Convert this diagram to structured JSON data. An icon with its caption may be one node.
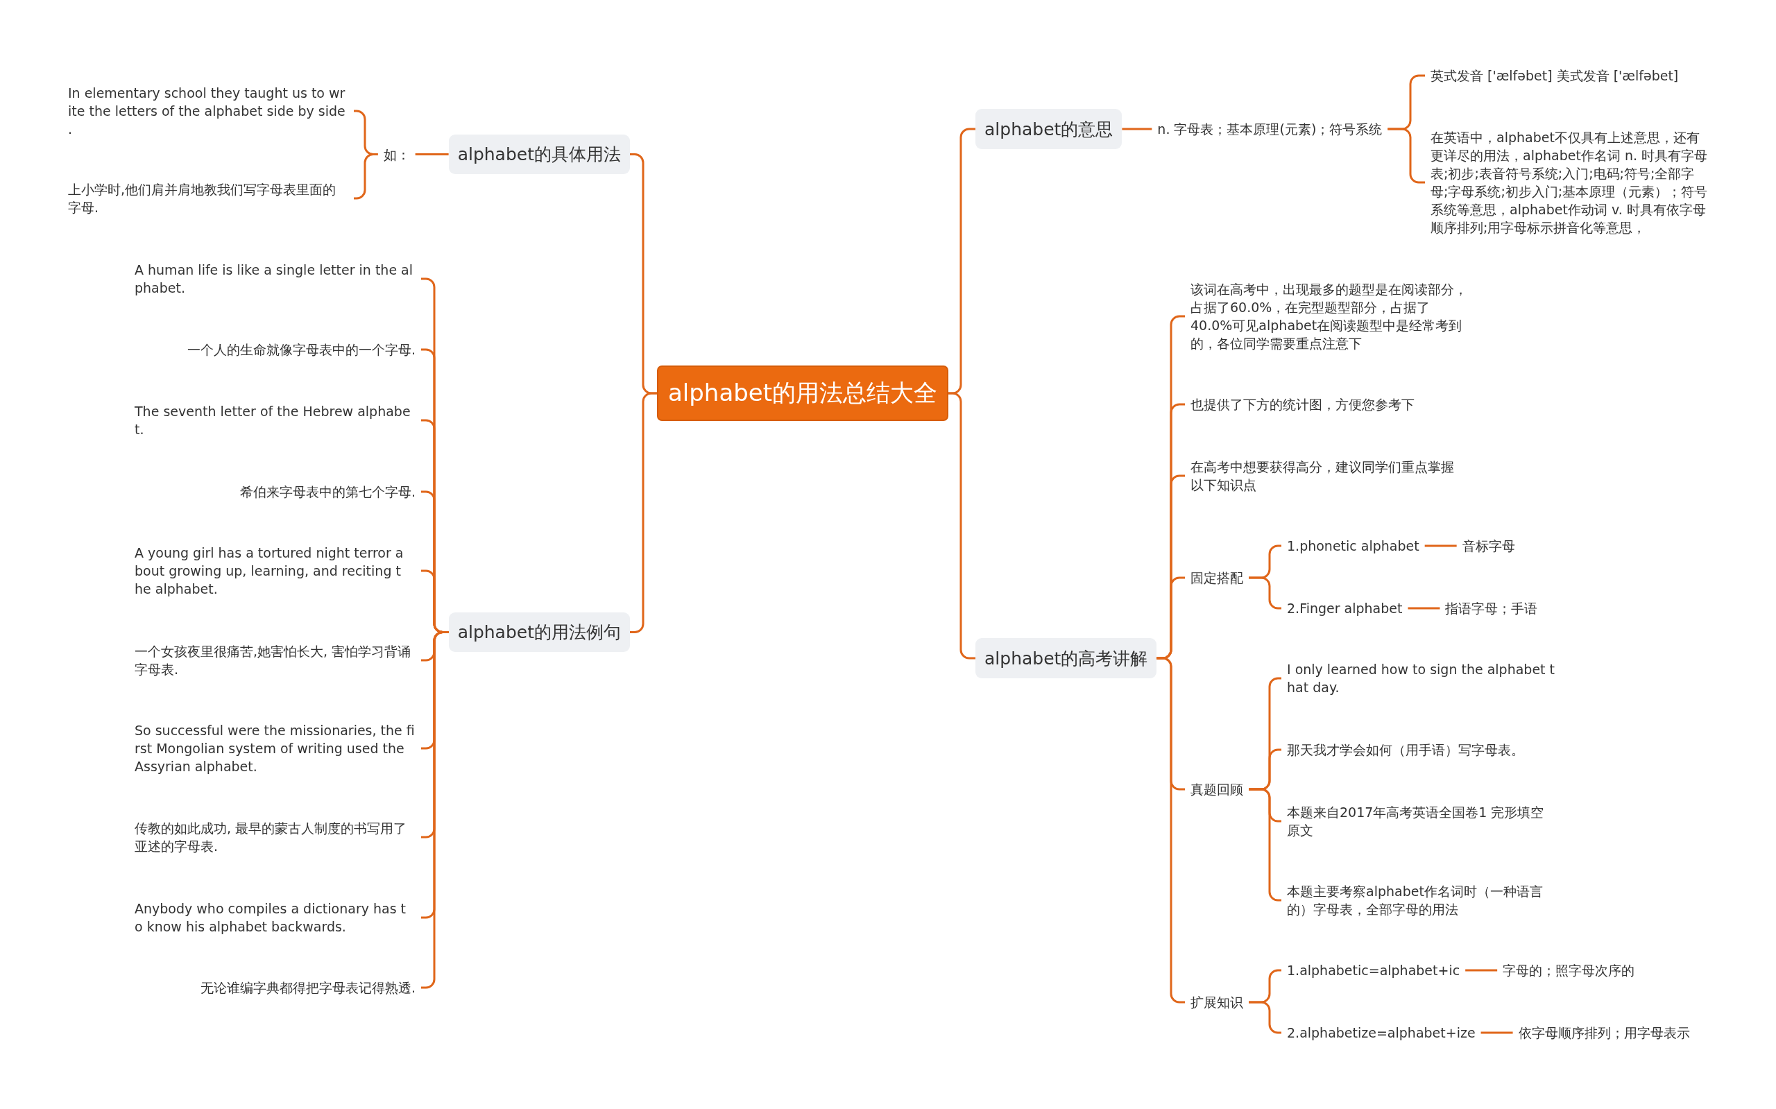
{
  "diagram": {
    "nodes": [
      {
        "text": [
          "alphabet的用法总结大全"
        ]
      },
      {
        "text": [
          "alphabet的具体用法"
        ]
      },
      {
        "text": [
          "如："
        ]
      },
      {
        "text": [
          "In elementary school they taught us to wr ite the letters of the alphabet side by side ."
        ]
      },
      {
        "text": [
          "上小学时,他们肩并肩地教我们写字母表里面的字母."
        ]
      },
      {
        "text": [
          "alphabet的用法例句"
        ]
      },
      {
        "text": [
          "A human life is like a single letter in the al phabet."
        ]
      },
      {
        "text": [
          "一个人的生命就像字母表中的一个字母."
        ]
      },
      {
        "text": [
          "The seventh letter of the Hebrew alphabe t."
        ]
      },
      {
        "text": [
          "希伯来字母表中的第七个字母."
        ]
      },
      {
        "text": [
          "A young girl has a tortured night terror a bout growing up, learning, and reciting t he alphabet."
        ]
      },
      {
        "text": [
          "一个女孩夜里很痛苦,她害怕长大, 害怕学习背诵字母表."
        ]
      },
      {
        "text": [
          "So successful were the missionaries, the fi rst Mongolian system of writing used the Assyrian alphabet."
        ]
      },
      {
        "text": [
          "传教的如此成功, 最早的蒙古人制度的书写用了亚述的字母表."
        ]
      },
      {
        "text": [
          "Anybody who compiles a dictionary has t o know his alphabet backwards."
        ]
      },
      {
        "text": [
          "无论谁编字典都得把字母表记得熟透."
        ]
      },
      {
        "text": [
          "alphabet的意思"
        ]
      },
      {
        "text": [
          "n. 字母表；基本原理(元素)；符号系统"
        ]
      },
      {
        "text": [
          "英式发音 ['ælfəbet] 美式发音 ['ælfəbet]"
        ]
      },
      {
        "text": [
          "在英语中，alphabet不仅具有上述意思，还有更详尽的用法，alphabet作名词 n. 时具有字母表;初步;表音符号系统;入门;电码;符号;全部字母;字母系统;初步入门;基本原理（元素）；符号系统等意思，alphabet作动词 v. 时具有依字母顺序排列;用字母标示拼音化等意思，"
        ]
      },
      {
        "text": [
          "alphabet的高考讲解"
        ]
      },
      {
        "text": [
          "该词在高考中，出现最多的题型是在阅读部分，占据了60.0%，在完型题型部分，占据了40.0%可见alphabet在阅读题型中是经常考到的，各位同学需要重点注意下"
        ]
      },
      {
        "text": [
          "也提供了下方的统计图，方便您参考下"
        ]
      },
      {
        "text": [
          "在高考中想要获得高分，建议同学们重点掌握以下知识点"
        ]
      },
      {
        "text": [
          "固定搭配"
        ]
      },
      {
        "text": [
          "1.phonetic alphabet"
        ]
      },
      {
        "text": [
          "音标字母"
        ]
      },
      {
        "text": [
          "2.Finger alphabet"
        ]
      },
      {
        "text": [
          "指语字母；手语"
        ]
      },
      {
        "text": [
          "真题回顾"
        ]
      },
      {
        "text": [
          "I only learned how to sign the alphabet t hat day."
        ]
      },
      {
        "text": [
          "那天我才学会如何（用手语）写字母表。"
        ]
      },
      {
        "text": [
          "本题来自2017年高考英语全国卷1 完形填空原文"
        ]
      },
      {
        "text": [
          "本题主要考察alphabet作名词时（一种语言的）字母表，全部字母的用法"
        ]
      },
      {
        "text": [
          "扩展知识"
        ]
      },
      {
        "text": [
          "1.alphabetic=alphabet+ic"
        ]
      },
      {
        "text": [
          "字母的；照字母次序的"
        ]
      },
      {
        "text": [
          "2.alphabetize=alphabet+ize"
        ]
      },
      {
        "text": [
          "依字母顺序排列；用字母表示"
        ]
      }
    ],
    "edges": [
      {
        "from": 0,
        "to": 1,
        "arrow": "none"
      },
      {
        "from": 1,
        "to": 2,
        "arrow": "none"
      },
      {
        "from": 2,
        "to": 3,
        "arrow": "none"
      },
      {
        "from": 2,
        "to": 4,
        "arrow": "none"
      },
      {
        "from": 0,
        "to": 5,
        "arrow": "none"
      },
      {
        "from": 5,
        "to": 6,
        "arrow": "none"
      },
      {
        "from": 5,
        "to": 7,
        "arrow": "none"
      },
      {
        "from": 5,
        "to": 8,
        "arrow": "none"
      },
      {
        "from": 5,
        "to": 9,
        "arrow": "none"
      },
      {
        "from": 5,
        "to": 10,
        "arrow": "none"
      },
      {
        "from": 5,
        "to": 11,
        "arrow": "none"
      },
      {
        "from": 5,
        "to": 12,
        "arrow": "none"
      },
      {
        "from": 5,
        "to": 13,
        "arrow": "none"
      },
      {
        "from": 5,
        "to": 14,
        "arrow": "none"
      },
      {
        "from": 5,
        "to": 15,
        "arrow": "none"
      },
      {
        "from": 0,
        "to": 16,
        "arrow": "none"
      },
      {
        "from": 16,
        "to": 17,
        "arrow": "none"
      },
      {
        "from": 17,
        "to": 18,
        "arrow": "none"
      },
      {
        "from": 17,
        "to": 19,
        "arrow": "none"
      },
      {
        "from": 0,
        "to": 20,
        "arrow": "none"
      },
      {
        "from": 20,
        "to": 21,
        "arrow": "none"
      },
      {
        "from": 20,
        "to": 22,
        "arrow": "none"
      },
      {
        "from": 20,
        "to": 23,
        "arrow": "none"
      },
      {
        "from": 20,
        "to": 24,
        "arrow": "none"
      },
      {
        "from": 24,
        "to": 25,
        "arrow": "none"
      },
      {
        "from": 25,
        "to": 26,
        "arrow": "none"
      },
      {
        "from": 24,
        "to": 27,
        "arrow": "none"
      },
      {
        "from": 27,
        "to": 28,
        "arrow": "none"
      },
      {
        "from": 20,
        "to": 29,
        "arrow": "none"
      },
      {
        "from": 29,
        "to": 30,
        "arrow": "none"
      },
      {
        "from": 29,
        "to": 31,
        "arrow": "none"
      },
      {
        "from": 29,
        "to": 32,
        "arrow": "none"
      },
      {
        "from": 29,
        "to": 33,
        "arrow": "none"
      },
      {
        "from": 20,
        "to": 34,
        "arrow": "none"
      },
      {
        "from": 34,
        "to": 35,
        "arrow": "none"
      },
      {
        "from": 35,
        "to": 36,
        "arrow": "none"
      },
      {
        "from": 34,
        "to": 37,
        "arrow": "none"
      },
      {
        "from": 37,
        "to": 38,
        "arrow": "none"
      }
    ]
  }
}
